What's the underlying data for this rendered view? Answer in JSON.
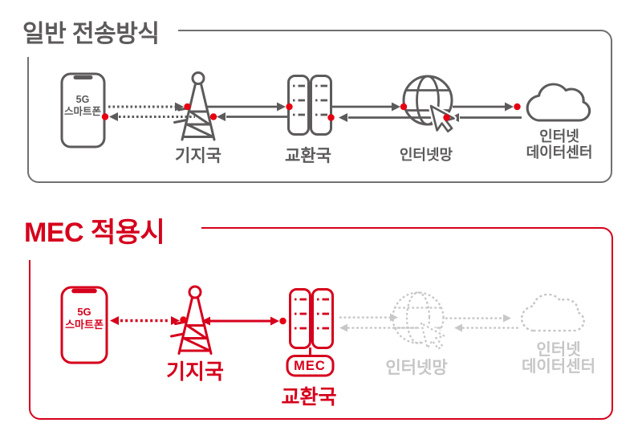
{
  "colors": {
    "gray": "#5c5a5a",
    "border_gray": "#707070",
    "red": "#d6001c",
    "dot_red": "#e60012",
    "light": "#c8c8c8",
    "light_text": "#c6c6c6"
  },
  "normal_section": {
    "title": "일반 전송방식",
    "phone_line1": "5G",
    "phone_line2": "스마트폰",
    "base_station_label": "기지국",
    "exchange_label": "교환국",
    "internet_label": "인터넷망",
    "datacenter_line1": "인터넷",
    "datacenter_line2": "데이터센터"
  },
  "mec_section": {
    "title": "MEC 적용시",
    "phone_line1": "5G",
    "phone_line2": "스마트폰",
    "base_station_label": "기지국",
    "exchange_label": "교환국",
    "mec_badge": "MEC",
    "internet_label": "인터넷망",
    "datacenter_line1": "인터넷",
    "datacenter_line2": "데이터센터"
  }
}
